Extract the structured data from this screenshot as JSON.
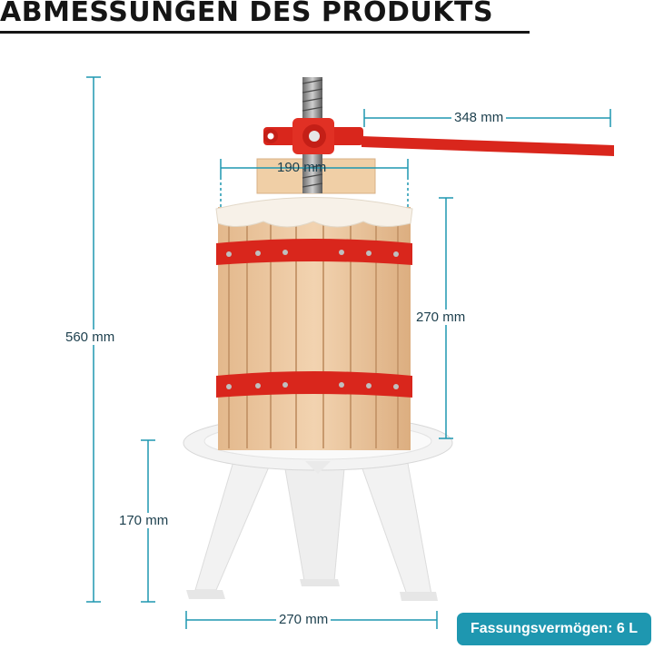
{
  "heading": "ABMESSUNGEN DES PRODUKTS",
  "dimensions": {
    "total_height": "560 mm",
    "handle_length": "348 mm",
    "top_width": "190 mm",
    "barrel_height": "270 mm",
    "stand_height": "170 mm",
    "base_width": "270 mm"
  },
  "capacity_badge": "Fassungsvermögen: 6 L",
  "colors": {
    "dimension_line": "#1e97b0",
    "badge": "#1e97b0",
    "frame_red": "#d9261c",
    "wood": "#e8c29b"
  }
}
